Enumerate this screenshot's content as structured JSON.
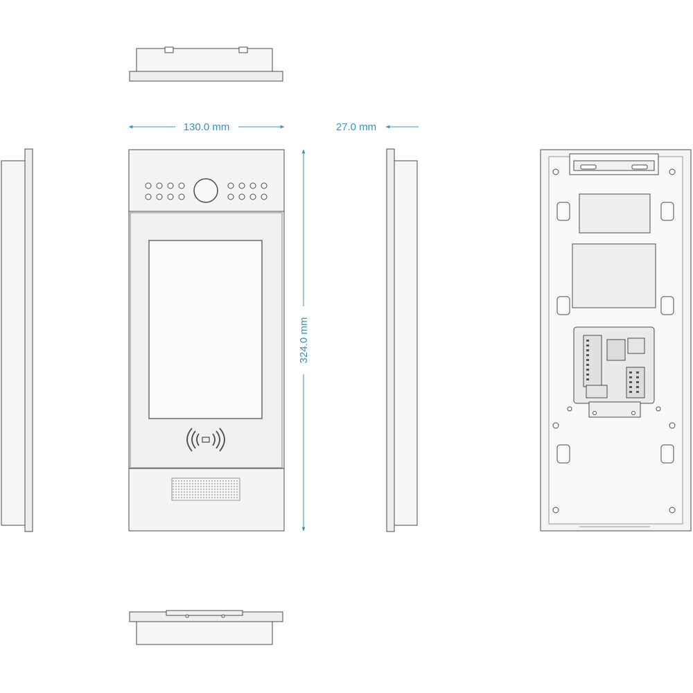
{
  "dimensions": {
    "width_label": "130.0 mm",
    "depth_label": "27.0 mm",
    "height_label": "324.0 mm"
  },
  "colors": {
    "dimension": "#3a8fc4",
    "outline": "#4a4a4a",
    "panel_face": "#f4f4f4",
    "screen": "#fafafa"
  },
  "views": [
    "top-view",
    "front-view",
    "left-side-view",
    "right-side-view",
    "back-view",
    "bottom-view"
  ],
  "icons": [
    "rfid-card-icon",
    "camera-lens-icon",
    "speaker-grille-icon"
  ]
}
